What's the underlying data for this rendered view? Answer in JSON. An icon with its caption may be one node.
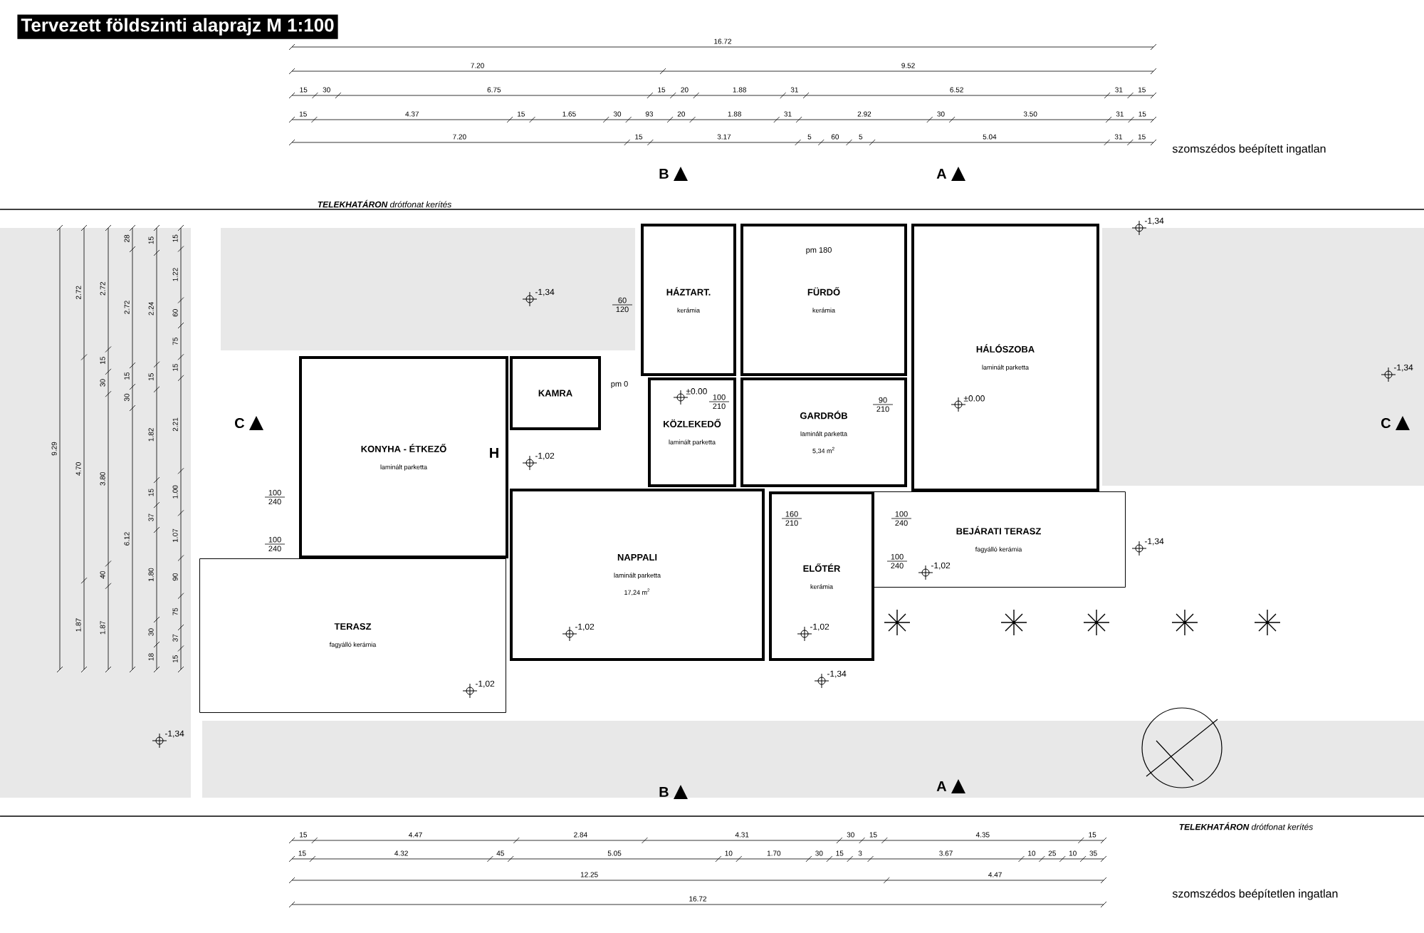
{
  "diagram": {
    "title": "Tervezett földszinti alaprajz M 1:100",
    "nodes": [
      {
        "text": [
          "HÁZTART.",
          "kerámia"
        ]
      },
      {
        "text": [
          "FÜRDŐ",
          "kerámia"
        ]
      },
      {
        "text": [
          "HÁLÓSZOBA",
          "laminált parketta"
        ]
      },
      {
        "text": [
          "KONYHA - ÉTKEZŐ",
          "laminált parketta"
        ]
      },
      {
        "text": [
          "KAMRA"
        ]
      },
      {
        "text": [
          "KÖZLEKEDŐ",
          "laminált parketta"
        ]
      },
      {
        "text": [
          "GARDRÓB",
          "laminált parketta",
          "5,34 m$^{2}$"
        ]
      },
      {
        "text": [
          "NAPPALI",
          "laminált parketta",
          "17,24 m$^{2}$"
        ]
      },
      {
        "text": [
          "ELŐTÉR",
          "kerámia"
        ]
      },
      {
        "text": [
          "BEJÁRATI TERASZ",
          "fagyálló kerámia"
        ]
      },
      {
        "text": [
          "TERASZ",
          "fagyálló kerámia"
        ]
      }
    ],
    "labels": [
      "**TELEKHATÁRON** drótfonat kerítés",
      "szomszédos beépített ingatlan",
      "16.72",
      "7.20",
      "9.52",
      "15",
      "30",
      "6.75",
      "15",
      "20",
      "1.88",
      "31",
      "6.52",
      "31",
      "15",
      "15",
      "4.37",
      "15",
      "1.65",
      "30",
      "93",
      "20",
      "1.88",
      "31",
      "2.92",
      "30",
      "3.50",
      "31",
      "15",
      "7.20",
      "15",
      "3.17",
      "5",
      "60",
      "5",
      "5.04",
      "31",
      "15",
      "9.29",
      "2.72",
      "4.70",
      "1.87",
      "2.72",
      "15",
      "30",
      "3.80",
      "40",
      "1.87",
      "28",
      "2.72",
      "15",
      "30",
      "6.12",
      "15",
      "2.24",
      "15",
      "1.82",
      "15",
      "37",
      "1.80",
      "30",
      "18",
      "15",
      "1.22",
      "60",
      "75",
      "15",
      "2.21",
      "1.00",
      "1.07",
      "90",
      "75",
      "37",
      "15",
      "B",
      "A",
      "C",
      "C",
      "B",
      "A",
      "-1,34",
      "-1,34",
      "-1,34",
      "±0.00",
      "±0.00",
      "-1,02",
      "-1,34",
      "-1,02",
      "-1,02",
      "-1,02",
      "-1,34",
      "-1,02",
      "-1,34",
      "H",
      "pm 0",
      "pm 180",
      "60",
      "120",
      "100",
      "240",
      "100",
      "240",
      "100",
      "210",
      "90",
      "210",
      "160",
      "210",
      "100",
      "240",
      "100",
      "240",
      "**TELEKHATÁRON** drótfonat kerítés",
      "szomszédos beépítetlen ingatlan",
      "15",
      "4.47",
      "2.84",
      "4.31",
      "30",
      "15",
      "4.35",
      "15",
      "15",
      "4.32",
      "45",
      "5.05",
      "10",
      "1.70",
      "30",
      "15",
      "3",
      "3.67",
      "10",
      "25",
      "10",
      "35",
      "12.25",
      "4.47",
      "16.72"
    ]
  }
}
